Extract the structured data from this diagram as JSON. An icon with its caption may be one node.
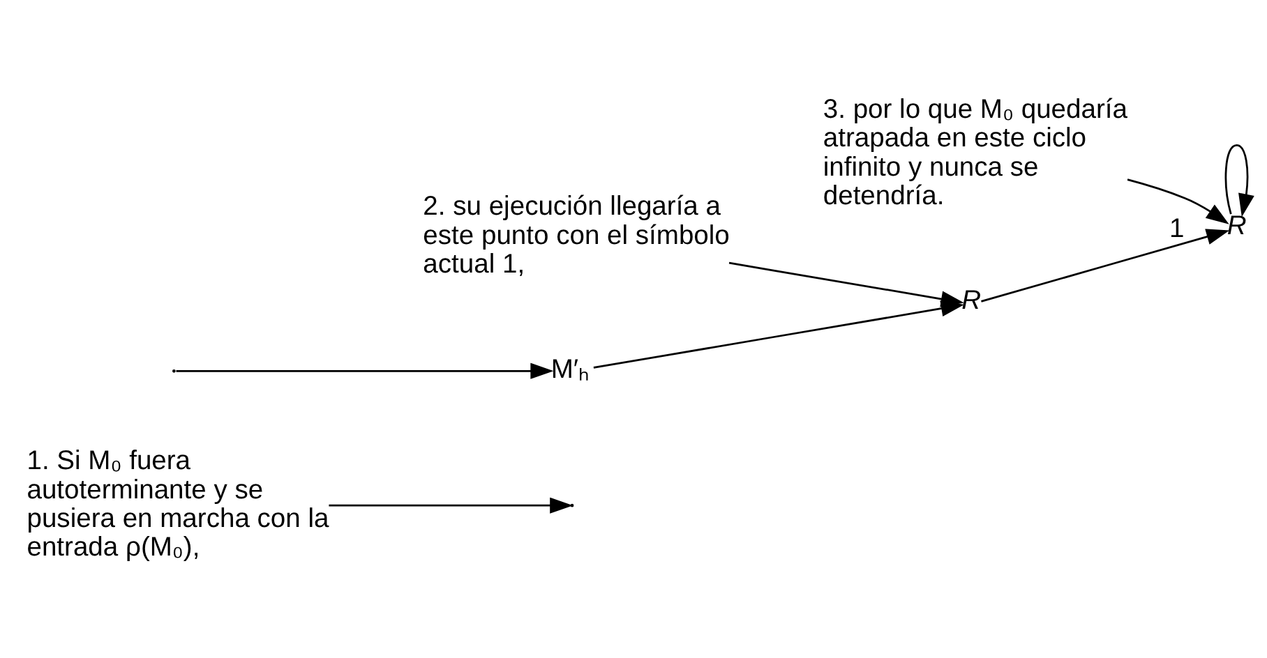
{
  "diagram": {
    "nodes": [
      {
        "text": [
          "1. Si M₀ fuera autoterminante y se pusiera en marcha con la entrada ρ(M₀),"
        ]
      },
      {
        "text": [
          "M′ₕ"
        ]
      },
      {
        "text": [
          "*R*"
        ]
      },
      {
        "text": [
          "*R*"
        ]
      },
      {
        "text": [
          "2. su ejecución llegaría a este punto con el símbolo actual 1,"
        ]
      },
      {
        "text": [
          "3. por lo que M₀ quedaría atrapada en este ciclo infinito y nunca se detendría."
        ]
      }
    ],
    "edges": [
      {
        "from": null,
        "to": 1,
        "arrow": "to"
      },
      {
        "from": 1,
        "to": 2,
        "arrow": "to"
      },
      {
        "from": 2,
        "to": 3,
        "arrow": "to",
        "label": "1"
      },
      {
        "from": 3,
        "to": 3,
        "arrow": "to"
      },
      {
        "from": 0,
        "to": null,
        "arrow": "to"
      },
      {
        "from": 4,
        "to": 2,
        "arrow": "to"
      },
      {
        "from": 5,
        "to": 3,
        "arrow": "to"
      }
    ]
  }
}
